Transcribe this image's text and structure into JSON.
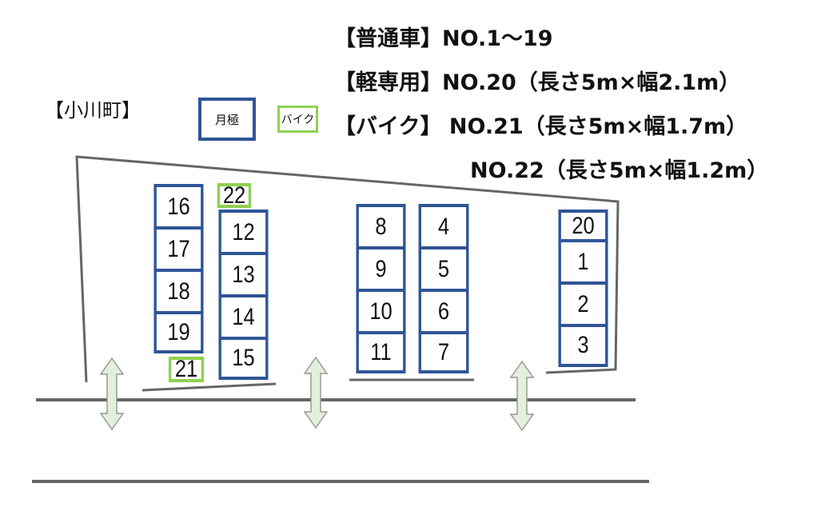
{
  "title": "【小川町】",
  "legend": {
    "monthly": "月極",
    "bike": "バイク",
    "monthly_color": "#2f5597",
    "bike_color": "#8fd14f"
  },
  "info": [
    "【普通車】NO.1～19",
    "【軽専用】NO.20（長さ5m×幅2.1m）",
    "【バイク】 NO.21（長さ5m×幅1.7m）",
    "NO.22（長さ5m×幅1.2m）"
  ],
  "slots": [
    "16",
    "17",
    "18",
    "19",
    "21",
    "22",
    "12",
    "13",
    "14",
    "15",
    "8",
    "9",
    "10",
    "11",
    "4",
    "5",
    "6",
    "7",
    "20",
    "1",
    "2",
    "3"
  ],
  "icons": {
    "arrow": "double-vertical-arrow-icon"
  }
}
